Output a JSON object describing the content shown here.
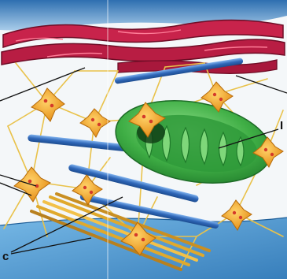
{
  "figure": {
    "colors": {
      "background": "#f3f6f8",
      "top_membrane": "#7fb3e0",
      "bottom_membrane": "#4f9fd3",
      "er_fill": "#c8234b",
      "er_edge": "#7a0f2a",
      "microtubule": "#3a74c4",
      "mitochondrion": "#46b34a",
      "filament": "#e9c24a",
      "neuron_body": "#f2a928",
      "neuron_dot": "#d43a2a",
      "actin": "#e0a92c",
      "leader_line": "#111111"
    },
    "icons": [
      "endoplasmic-reticulum",
      "microtubule",
      "mitochondrion",
      "cytoskeletal-network-cell",
      "actin-filament-bundle",
      "plasma-membrane"
    ]
  },
  "labels": {
    "right_mid": "I",
    "bottom_left": "c"
  }
}
